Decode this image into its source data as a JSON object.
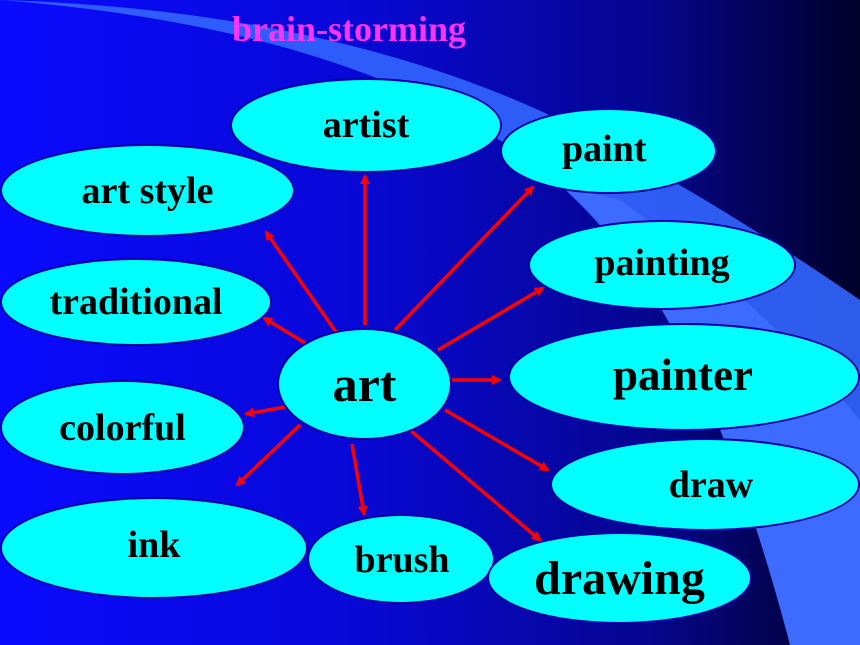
{
  "title": "brain-storming",
  "colors": {
    "background": "#0808d8",
    "title": "#ff33ff",
    "node_fill": "#00ffff",
    "node_border": "#0000aa",
    "arrow": "#ff0000",
    "decor_panel": "#3366ff"
  },
  "center": {
    "label": "art"
  },
  "nodes": {
    "artist": {
      "label": "artist"
    },
    "paint": {
      "label": "paint"
    },
    "art_style": {
      "label": "art style"
    },
    "painting": {
      "label": "painting"
    },
    "traditional": {
      "label": "traditional"
    },
    "painter": {
      "label": "painter"
    },
    "colorful": {
      "label": "colorful"
    },
    "draw": {
      "label": "draw"
    },
    "ink": {
      "label": "ink"
    },
    "brush": {
      "label": "brush"
    },
    "drawing": {
      "label": "drawing"
    }
  }
}
